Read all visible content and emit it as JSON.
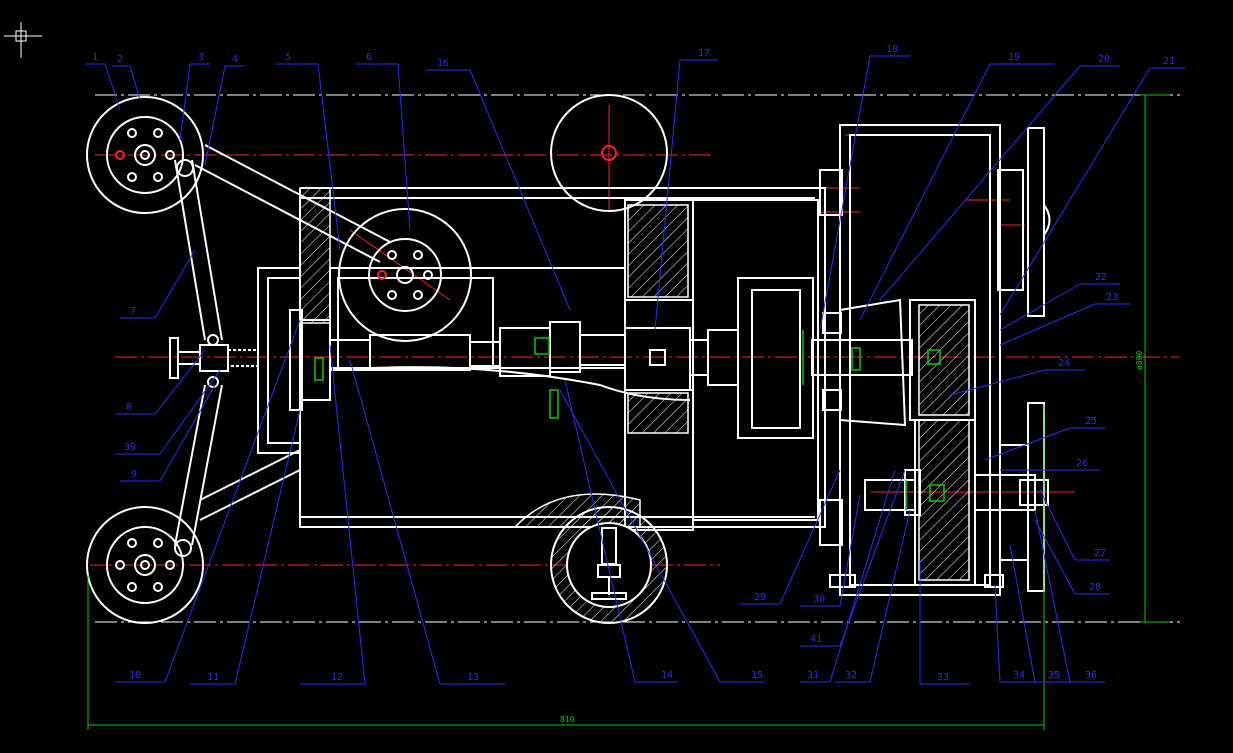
{
  "colors": {
    "background": "#000000",
    "outline": "#ffffff",
    "leader": "#2a2aff",
    "center_line": "#ff2020",
    "dimension": "#00d000",
    "hatch": "#ffffff"
  },
  "part_labels": [
    "1",
    "2",
    "3",
    "4",
    "5",
    "6",
    "16",
    "17",
    "18",
    "19",
    "20",
    "21",
    "22",
    "23",
    "24",
    "25",
    "26",
    "27",
    "28",
    "29",
    "30",
    "41",
    "7",
    "8",
    "39",
    "9",
    "10",
    "11",
    "12",
    "13",
    "14",
    "15",
    "31",
    "32",
    "33",
    "34",
    "35",
    "36"
  ],
  "dimensions": {
    "overall_width": "810",
    "overall_height": "ø890"
  },
  "icons": {
    "cursor": "crosshair-cursor-icon"
  }
}
